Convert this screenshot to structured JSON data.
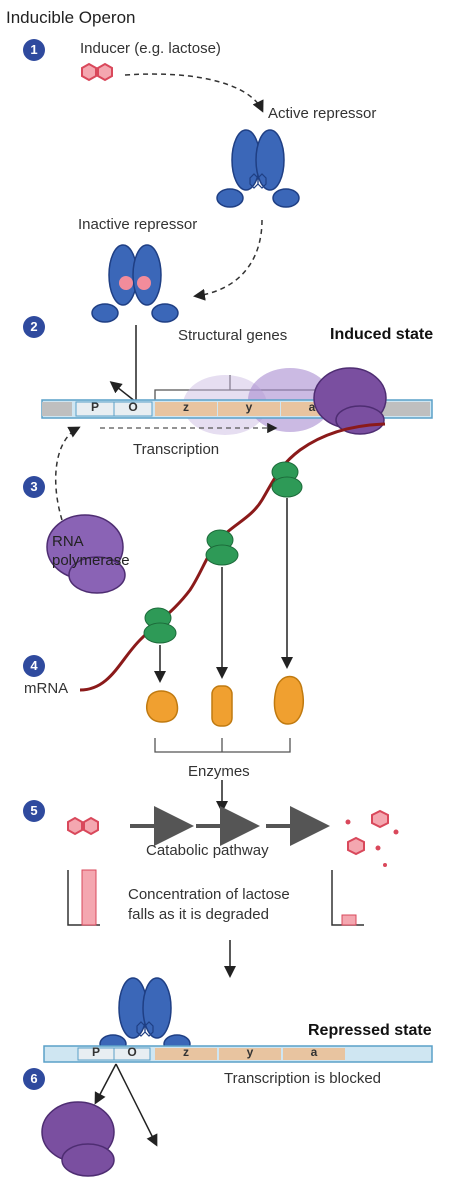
{
  "title": "Inducible Operon",
  "steps": [
    "1",
    "2",
    "3",
    "4",
    "5",
    "6"
  ],
  "labels": {
    "inducer": "Inducer (e.g. lactose)",
    "active_repressor": "Active repressor",
    "inactive_repressor": "Inactive repressor",
    "structural_genes": "Structural genes",
    "induced_state": "Induced state",
    "transcription": "Transcription",
    "rna_polymerase_1": "RNA",
    "rna_polymerase_2": "polymerase",
    "mrna": "mRNA",
    "enzymes": "Enzymes",
    "catabolic_pathway": "Catabolic pathway",
    "concentration_1": "Concentration of lactose",
    "concentration_2": "falls as it is degraded",
    "repressed_state": "Repressed state",
    "transcription_blocked": "Transcription is blocked"
  },
  "dna_segments": {
    "promoter": "P",
    "operator": "O",
    "gene_z": "z",
    "gene_y": "y",
    "gene_a": "a"
  },
  "colors": {
    "step_badge": "#2f4a9e",
    "repressor": "#3b67b8",
    "inducer": "#e8606f",
    "polymerase": "#7a4fa0",
    "ribosome": "#2e9a57",
    "mrna": "#8b1a1a",
    "enzyme": "#f0a030",
    "dna_light": "#cfe6f2",
    "dna_gene": "#e8c4a0"
  }
}
